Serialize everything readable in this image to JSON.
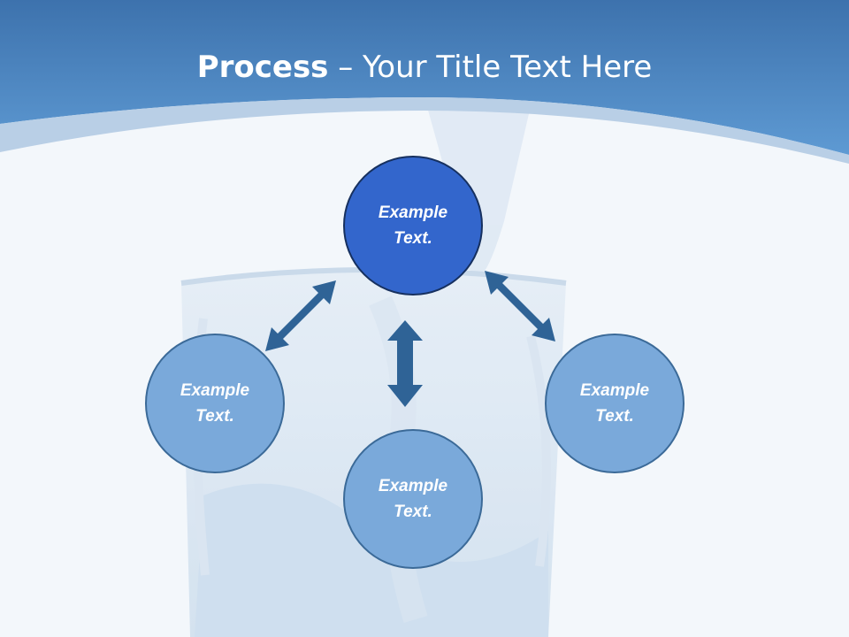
{
  "slide": {
    "title_bold": "Process",
    "title_rest": " – Your Title Text Here"
  },
  "diagram": {
    "nodes": [
      {
        "id": "top",
        "label": "Example Text.",
        "role": "center"
      },
      {
        "id": "left",
        "label": "Example Text."
      },
      {
        "id": "bottom",
        "label": "Example Text."
      },
      {
        "id": "right",
        "label": "Example Text."
      }
    ],
    "connections": [
      {
        "from": "top",
        "to": "left",
        "type": "bidirectional-arrow"
      },
      {
        "from": "top",
        "to": "bottom",
        "type": "bidirectional-arrow"
      },
      {
        "from": "top",
        "to": "right",
        "type": "bidirectional-arrow"
      }
    ]
  },
  "colors": {
    "header_blue": "#4f8ac7",
    "background": "#f3f7fb",
    "center_node": "#3366cc",
    "outer_node": "#7aa9da",
    "arrow": "#2f6396"
  }
}
